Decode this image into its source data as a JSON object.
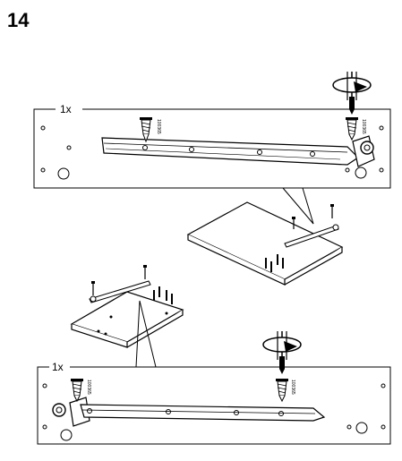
{
  "step": {
    "number": "14"
  },
  "top_panel": {
    "quantity": "1x",
    "part_number": "100365"
  },
  "bottom_panel": {
    "quantity": "1x",
    "part_number": "100365"
  },
  "icons": [
    "screwdriver-icon",
    "rotation-arrow-icon",
    "screw-icon",
    "drawer-runner",
    "panel-board"
  ]
}
